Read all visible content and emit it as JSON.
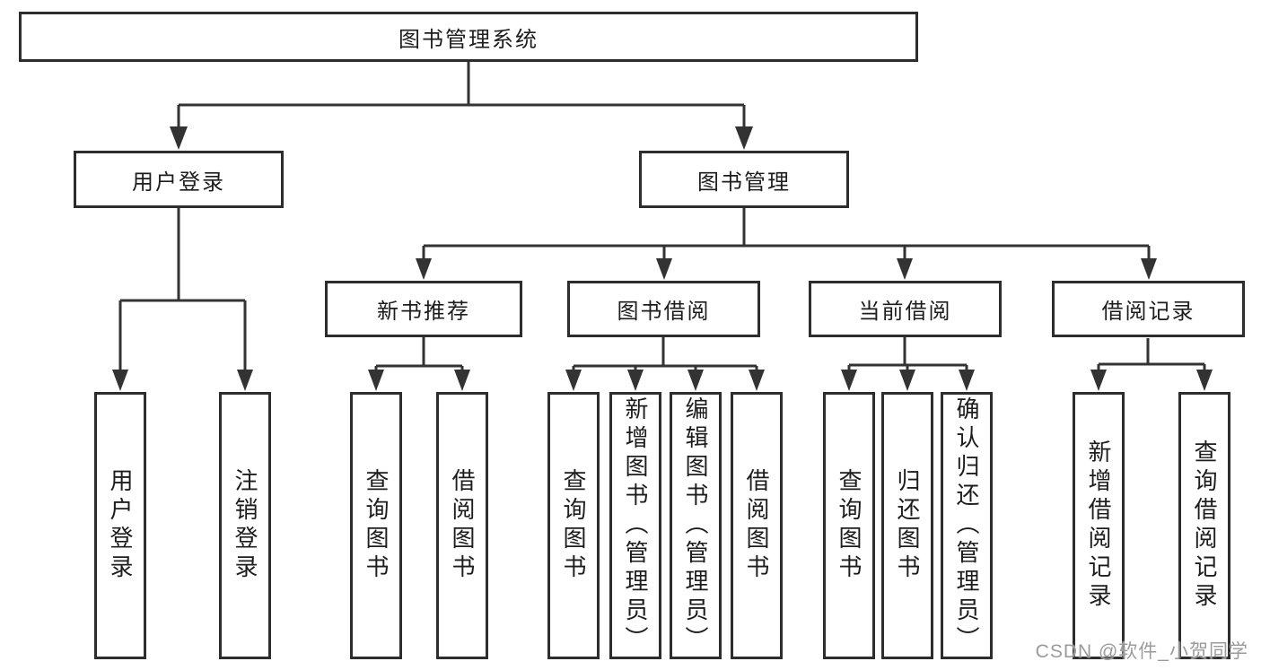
{
  "diagram": {
    "colors": {
      "line": "#333333",
      "border": "#2d2d2d",
      "text": "#1d1d1d",
      "fill": "#ffffff",
      "watermark": "#9b9b9b"
    },
    "root": {
      "label": "图书管理系统",
      "children": [
        {
          "label": "用户登录",
          "children": [
            {
              "label": "用户登录"
            },
            {
              "label": "注销登录"
            }
          ]
        },
        {
          "label": "图书管理",
          "children": [
            {
              "label": "新书推荐",
              "children": [
                {
                  "label": "查询图书"
                },
                {
                  "label": "借阅图书"
                }
              ]
            },
            {
              "label": "图书借阅",
              "children": [
                {
                  "label": "查询图书"
                },
                {
                  "label": "新增图书（管理员）"
                },
                {
                  "label": "编辑图书（管理员）"
                },
                {
                  "label": "借阅图书"
                }
              ]
            },
            {
              "label": "当前借阅",
              "children": [
                {
                  "label": "查询图书"
                },
                {
                  "label": "归还图书"
                },
                {
                  "label": "确认归还（管理员）"
                }
              ]
            },
            {
              "label": "借阅记录",
              "children": [
                {
                  "label": "新增借阅记录"
                },
                {
                  "label": "查询借阅记录"
                }
              ]
            }
          ]
        }
      ]
    },
    "watermark": "CSDN @软件_小贺同学"
  }
}
